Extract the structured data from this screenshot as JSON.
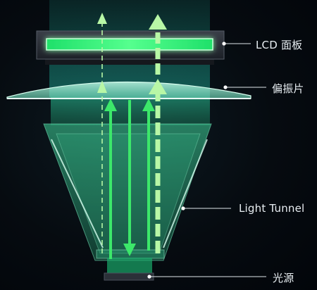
{
  "labels": {
    "lcd_panel": "LCD 面板",
    "polarizer": "偏振片",
    "light_tunnel": "Light Tunnel",
    "light_source": "光源"
  },
  "colors": {
    "background": "#05090e",
    "light_green": "#25e05a",
    "pale_green": "#b8f7a6",
    "panel_dark": "#2b3038",
    "polarizer_cyan": "#a9f3dd",
    "label_text": "#e8eef2"
  }
}
